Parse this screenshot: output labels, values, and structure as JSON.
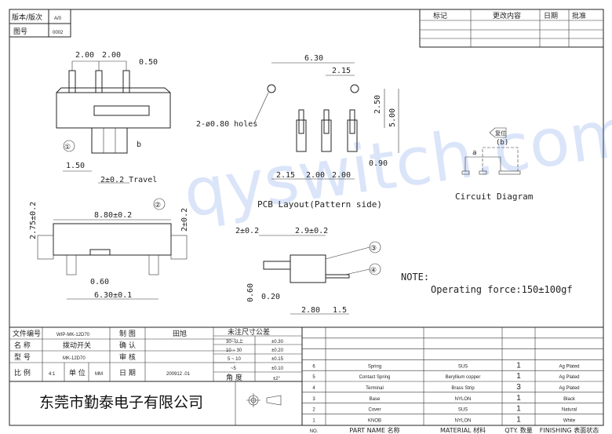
{
  "header": {
    "version_label": "版本/版次",
    "version_value": "A/0",
    "drawing_no_label": "图号",
    "drawing_no_value": "0002"
  },
  "revision_table": {
    "headers": [
      "标记",
      "更改内容",
      "日期",
      "批准"
    ]
  },
  "watermark": "qyswitch.com",
  "side_view": {
    "dim_pitch1": "2.00",
    "dim_pitch2": "2.00",
    "dim_pin": "0.50",
    "callout_1": "①",
    "label_b": "b",
    "dim_offset": "1.50",
    "travel": "2±0.2 Travel"
  },
  "pcb_layout": {
    "dim_width": "6.30",
    "dim_215_top": "2.15",
    "holes": "2-ø0.80 holes",
    "dim_250": "2.50",
    "dim_500": "5.00",
    "dim_090": "0.90",
    "dim_215_bot": "2.15",
    "dim_200_a": "2.00",
    "dim_200_b": "2.00",
    "title": "PCB Layout(Pattern side)"
  },
  "circuit": {
    "reset_label": "复位",
    "label_b": "(b)",
    "label_a": "a",
    "title": "Circuit Diagram"
  },
  "front_view": {
    "dim_height": "2.75±0.2",
    "dim_length": "8.80±0.2",
    "callout_2": "②",
    "dim_right": "2±0.2",
    "dim_060": "0.60",
    "dim_630": "6.30±0.1"
  },
  "end_view": {
    "dim_2": "2±0.2",
    "dim_29": "2.9±0.2",
    "callout_3": "③",
    "callout_4": "④",
    "dim_060": "0.60",
    "dim_020": "0.20",
    "dim_280": "2.80",
    "dim_15": "1.5"
  },
  "note": {
    "label": "NOTE:",
    "text": "Operating force:150±100gf"
  },
  "title_block": {
    "file_no_label": "文件编号",
    "file_no": "WIP-MK-12D70",
    "drawn_label": "制 图",
    "drawn_by": "田旭",
    "name_label": "名 称",
    "name": "拨动开关",
    "confirm_label": "确 认",
    "model_label": "型 号",
    "model": "MK-12D70",
    "review_label": "审 核",
    "scale_label": "比 例",
    "scale": "4:1",
    "unit_label": "单 位",
    "unit": "MM",
    "date_label": "日 期",
    "date": "200912 .01",
    "company": "东莞市勤泰电子有限公司"
  },
  "tolerance": {
    "title": "未注尺寸公差",
    "rows": [
      {
        "range": "30~以上",
        "tol": "±0.30"
      },
      {
        "range": "10 ~ 30",
        "tol": "±0.20"
      },
      {
        "range": "5 ~ 10",
        "tol": "±0.15"
      },
      {
        "range": "~5",
        "tol": "±0.10"
      },
      {
        "range": "角 度",
        "tol": "±2°"
      }
    ]
  },
  "parts": {
    "rows": [
      {
        "no": "6",
        "name": "Spring",
        "material": "SUS",
        "qty": "1",
        "finish": "Ag  Plated"
      },
      {
        "no": "5",
        "name": "Contact  Spring",
        "material": "Beryllium  copper",
        "qty": "1",
        "finish": "Ag  Plated"
      },
      {
        "no": "4",
        "name": "Terminal",
        "material": "Brass  Strip",
        "qty": "3",
        "finish": "Ag  Plated"
      },
      {
        "no": "3",
        "name": "Base",
        "material": "NYLON",
        "qty": "1",
        "finish": "Black"
      },
      {
        "no": "2",
        "name": "Cover",
        "material": "SUS",
        "qty": "1",
        "finish": "Natural"
      },
      {
        "no": "1",
        "name": "KNOB",
        "material": "NYLON",
        "qty": "1",
        "finish": "White"
      }
    ],
    "headers": {
      "no": "NO.",
      "name": "PART  NAME 名称",
      "material": "MATERIAL 材料",
      "qty": "QTY. 数量",
      "finish": "FINISHING 表面状态"
    }
  }
}
